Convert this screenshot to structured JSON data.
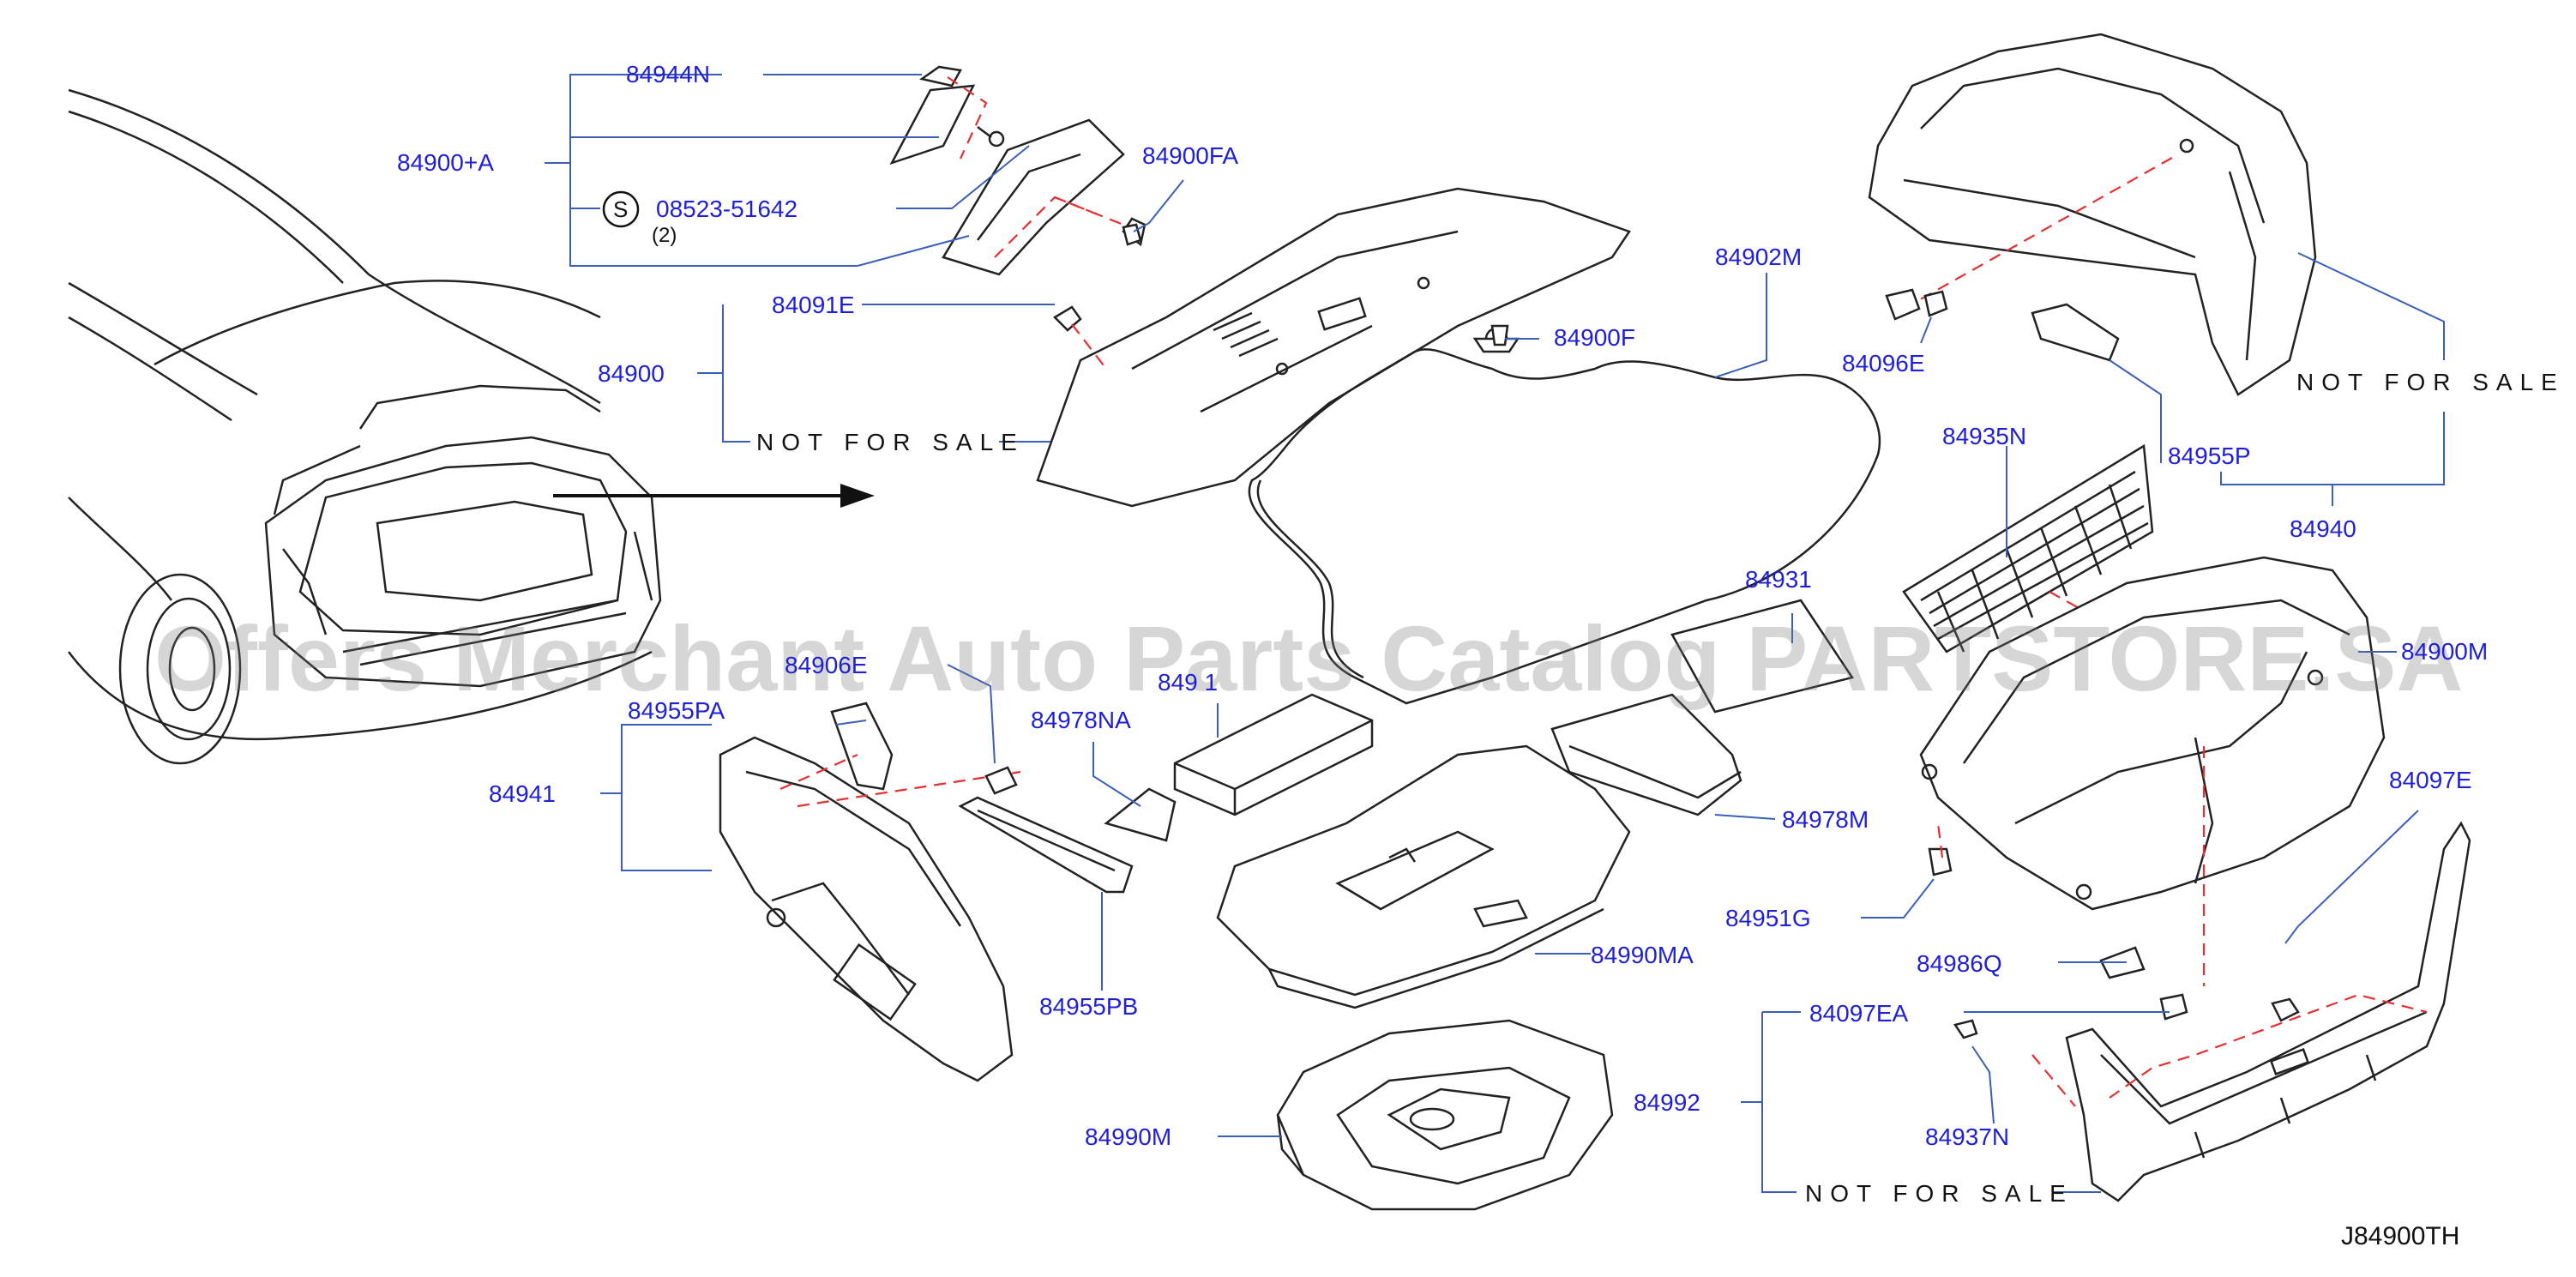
{
  "diagram": {
    "code": "J84900TH",
    "watermark": "Offers Merchant Auto Parts Catalog PARTSTORE.SA",
    "screw_symbol": "S",
    "labels": {
      "p84944N": "84944N",
      "p84900A": "84900+A",
      "p08523": "08523-51642",
      "qty2": "(2)",
      "p84900FA": "84900FA",
      "p84091E": "84091E",
      "p84900": "84900",
      "nfs1": "NOT FOR SALE",
      "p84900F": "84900F",
      "p84902M": "84902M",
      "p84096E": "84096E",
      "nfs2": "NOT FOR SALE",
      "p84935N": "84935N",
      "p84955P": "84955P",
      "p84940": "84940",
      "p84931": "84931",
      "p84900M": "84900M",
      "p84906E": "84906E",
      "p849xx": "849 1",
      "p84955PA": "84955PA",
      "p84978NA": "84978NA",
      "p84941": "84941",
      "p84978M": "84978M",
      "p84097E": "84097E",
      "p84951G": "84951G",
      "p84990MA": "84990MA",
      "p84986Q": "84986Q",
      "p84955PB": "84955PB",
      "p84097EA": "84097EA",
      "p84992": "84992",
      "p84990M": "84990M",
      "p84937N": "84937N",
      "nfs3": "NOT FOR SALE"
    }
  }
}
